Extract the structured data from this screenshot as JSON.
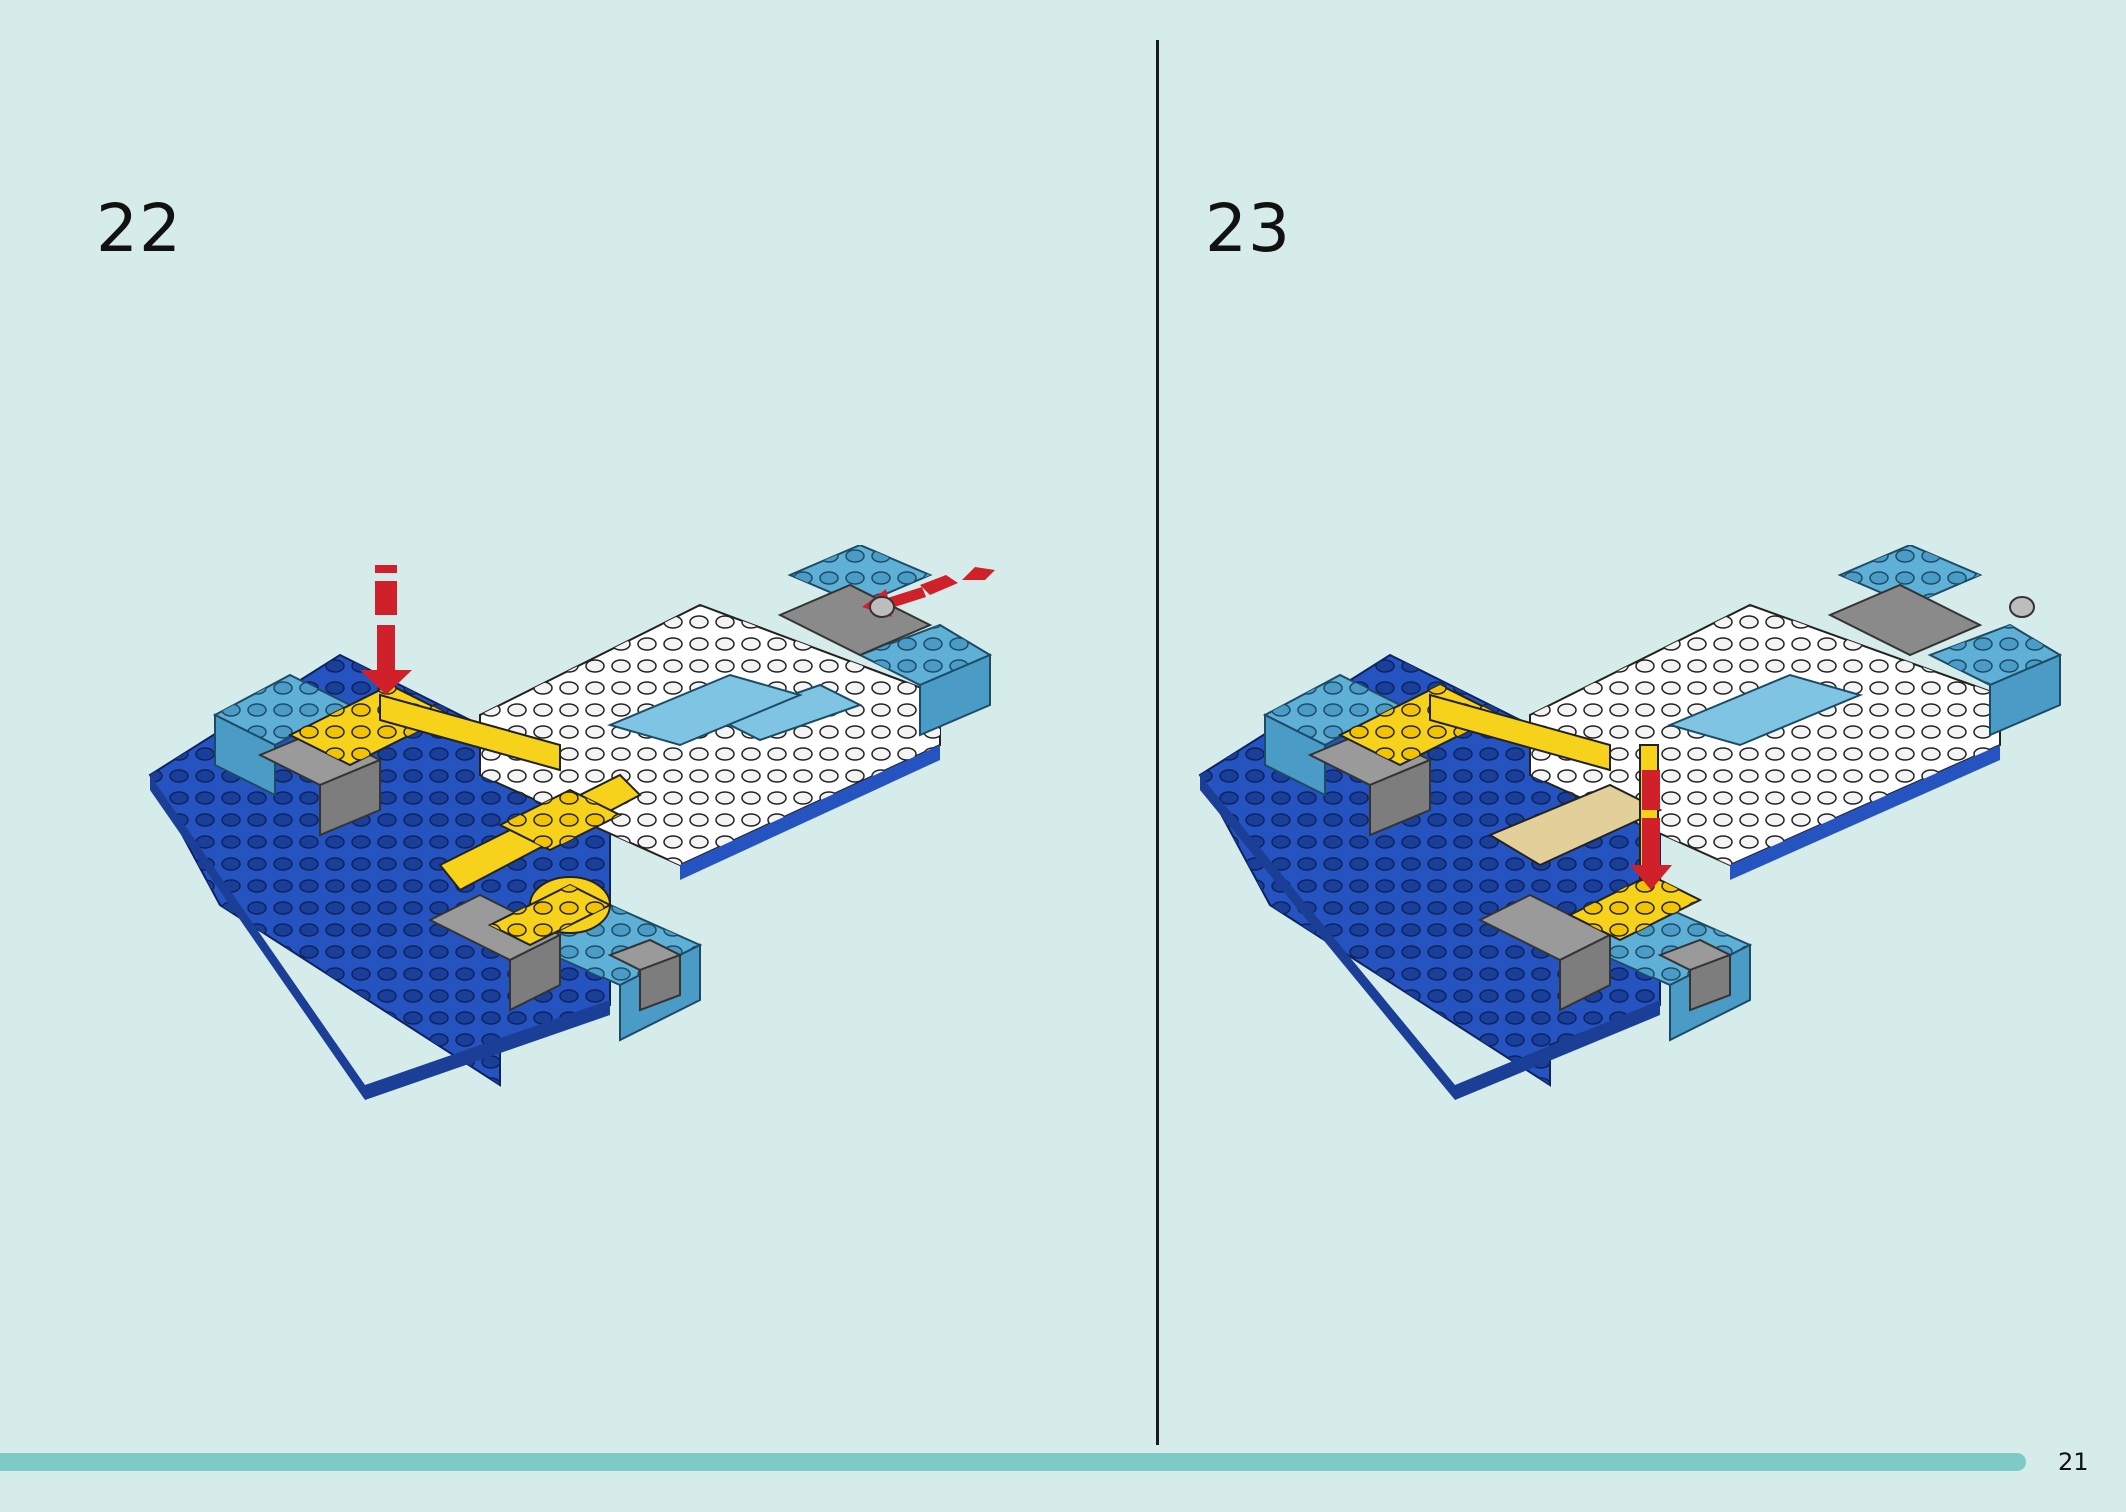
{
  "steps": [
    {
      "number": "22"
    },
    {
      "number": "23"
    }
  ],
  "page_number": "21",
  "colors": {
    "background": "#d6ecea",
    "accent_bar": "#7dcac6",
    "dark_blue": "#1f4fb0",
    "light_blue": "#5fb0d6",
    "white": "#ffffff",
    "gray": "#9a9a9a",
    "yellow": "#f6d21a",
    "tan": "#e2cf9a",
    "arrow_red": "#d0202a"
  },
  "icons": [
    "down-arrow-icon",
    "left-arrow-icon"
  ]
}
